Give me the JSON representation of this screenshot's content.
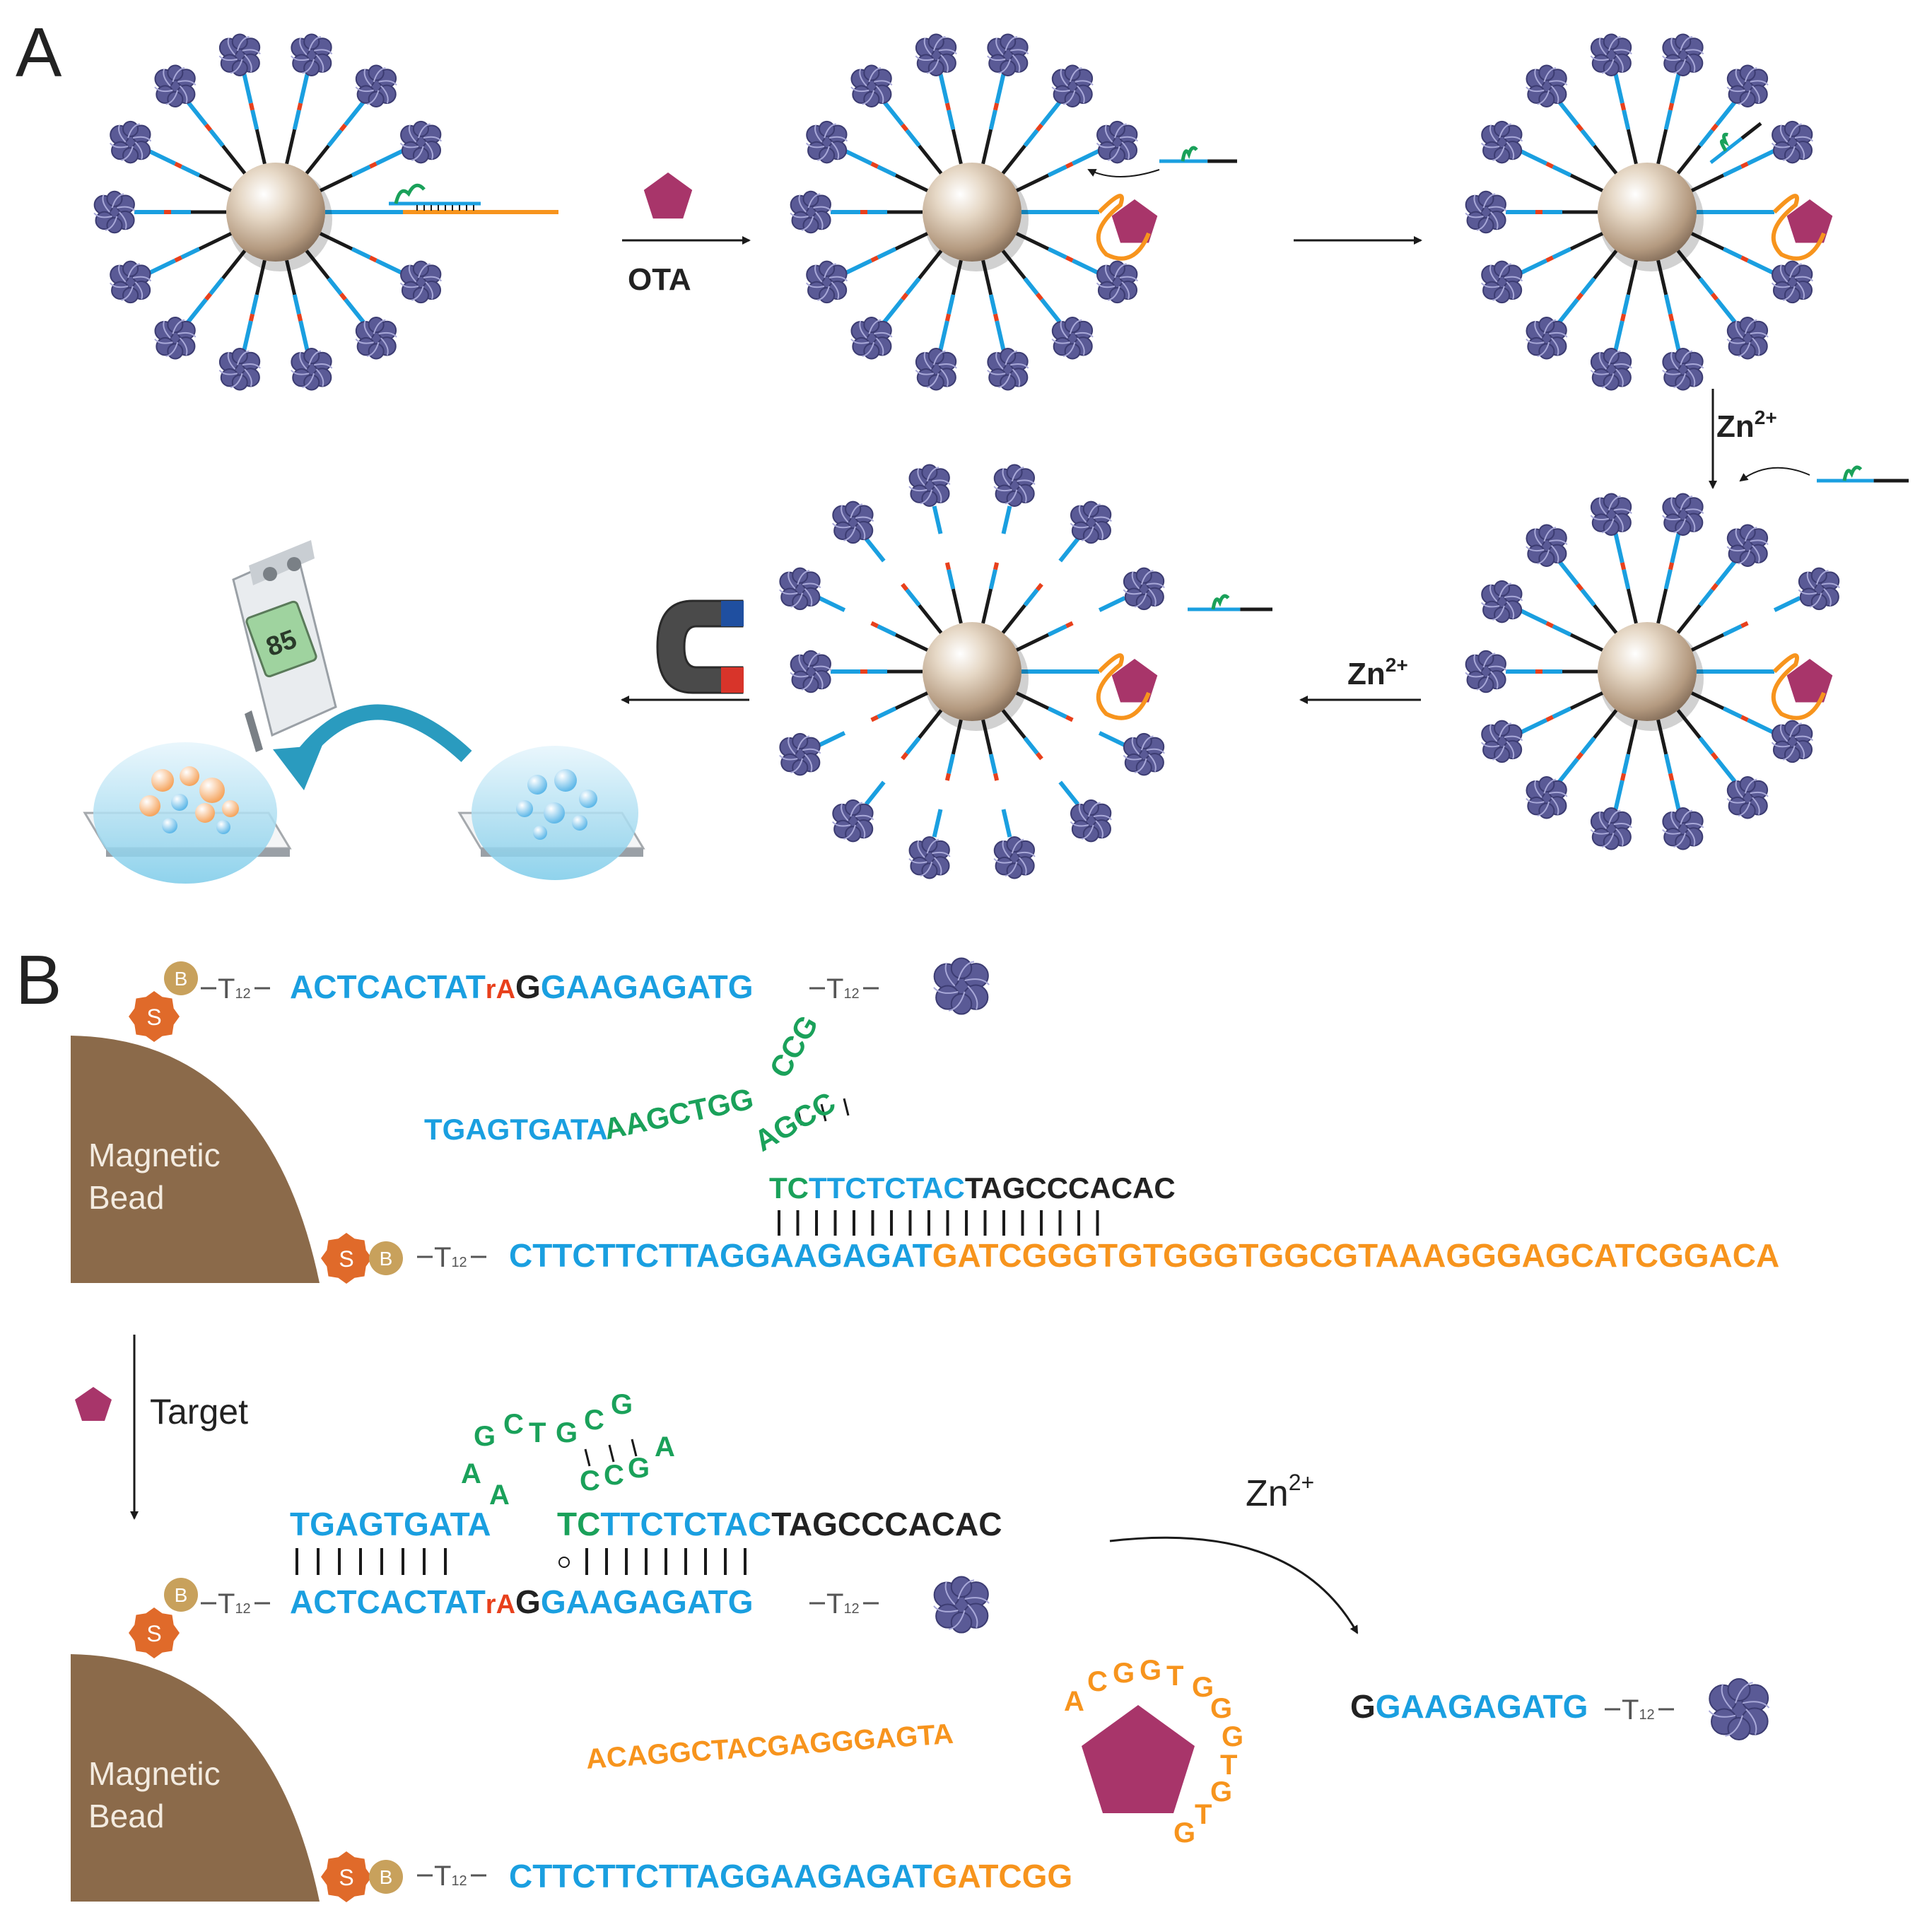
{
  "panels": {
    "a": "A",
    "b": "B"
  },
  "reagents": {
    "ota": "OTA",
    "zn": "Zn",
    "zn_sup": "2+",
    "target": "Target",
    "bead": [
      "Magnetic",
      "Bead"
    ],
    "biotin": "B",
    "strep": "S",
    "spacer": "T",
    "spacer_sub": "12",
    "meter_reading": "85"
  },
  "sequences": {
    "substrate_left": "ACTCACTAT",
    "substrate_ra": "rA",
    "substrate_g": "G",
    "substrate_right": "GAAGAGATG",
    "enzyme_arm": "TGAGTGATA",
    "enzyme_loop_a": "AAGCTGG",
    "enzyme_loop_b": "CCG",
    "enzyme_loop_c": "AGCC",
    "enzyme_tail_green": "TC",
    "enzyme_tail_blue": "TTCTCTAC",
    "enzyme_tail_black": "TAGCCCACAC",
    "aptamer_blue": "CTTCTTCTTAGGAAGAGAT",
    "aptamer_orange": "GATCGGGTGTGGGTGGCGTAAAGGGAGCATCGGACA",
    "aptamer_orange_short": "GATCGG",
    "aptamer_fold": "ACAGGCTACGAGGGAGTA",
    "aptamer_fold_loop": "ACGGTGGGTGTG",
    "product_g": "G",
    "product_blue": "GAAGAGATG",
    "loop_a1": "A",
    "loop_a2": "A",
    "loop_g": "G",
    "loop_c": "C",
    "loop_t": "T",
    "loop_gg": "G",
    "loop_c2": "C",
    "loop_g2": "G",
    "stem_c1": "C",
    "stem_c2": "C",
    "stem_g": "G",
    "stem_a": "A"
  },
  "colors": {
    "dna_blue": "#1a9fe0",
    "aptamer_orange": "#f7941d",
    "enzyme_green": "#1aa15a",
    "ribo_red": "#e8401c",
    "ota_magenta": "#a8356a",
    "bead_brown": "#8b6a4a",
    "protein_purple": "#5a5a96"
  }
}
